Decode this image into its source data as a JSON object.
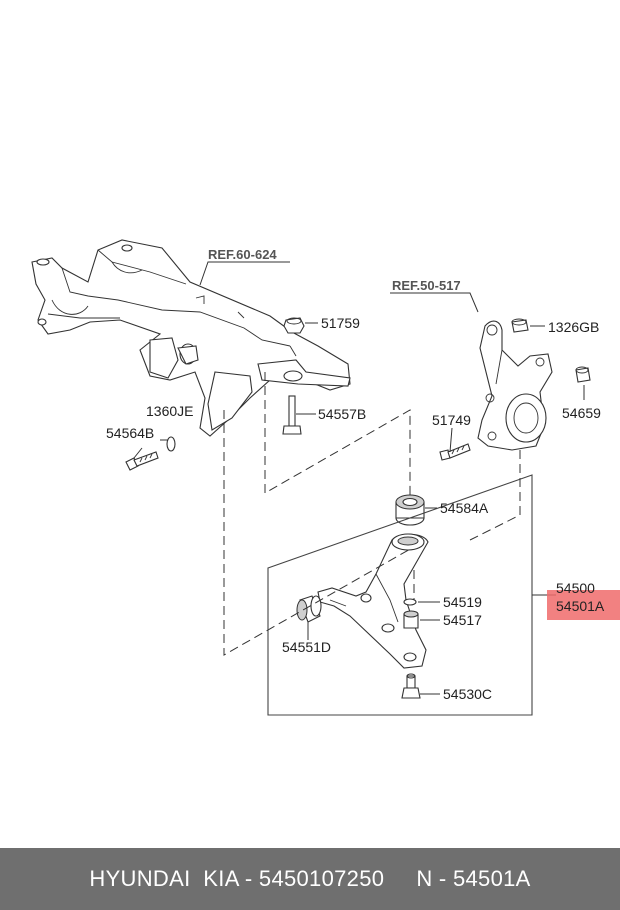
{
  "diagram": {
    "refs": [
      "REF.60-624",
      "REF.50-517"
    ],
    "parts": {
      "p51759": "51759",
      "p1360JE": "1360JE",
      "p54557B": "54557B",
      "p54564B": "54564B",
      "p1326GB": "1326GB",
      "p54659": "54659",
      "p51749": "51749",
      "p54584A": "54584A",
      "p54500": "54500",
      "p54501A": "54501A",
      "p54519": "54519",
      "p54517": "54517",
      "p54551D": "54551D",
      "p54530C": "54530C"
    },
    "highlight_color": "#f06b6b"
  },
  "footer": {
    "text": "HYUNDAI  KIA - 5450107250     N - 54501A"
  }
}
